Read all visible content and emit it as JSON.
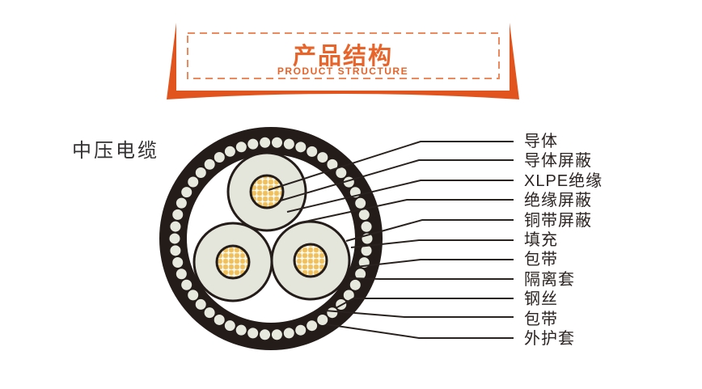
{
  "banner": {
    "title": "产品结构",
    "subtitle": "PRODUCT STRUCTURE",
    "accent_color": "#e2541d",
    "dash_color": "#ec8a5e",
    "text_color": "#e7642a"
  },
  "product": {
    "name": "中压电缆"
  },
  "diagram": {
    "type": "cable-cross-section",
    "cores": 3,
    "layer_labels": [
      "导体",
      "导体屏蔽",
      "XLPE绝缘",
      "绝缘屏蔽",
      "铜带屏蔽",
      "填充",
      "包带",
      "隔离套",
      "钢丝",
      "包带",
      "外护套"
    ],
    "colors": {
      "sheath_black": "#241c19",
      "insulation_gray": "#e4e6dc",
      "conductor_yellow": "#efc05c",
      "steel_wire_bead": "#e7e9df",
      "leader_line": "#29221f",
      "label_text": "#2b2422"
    }
  }
}
